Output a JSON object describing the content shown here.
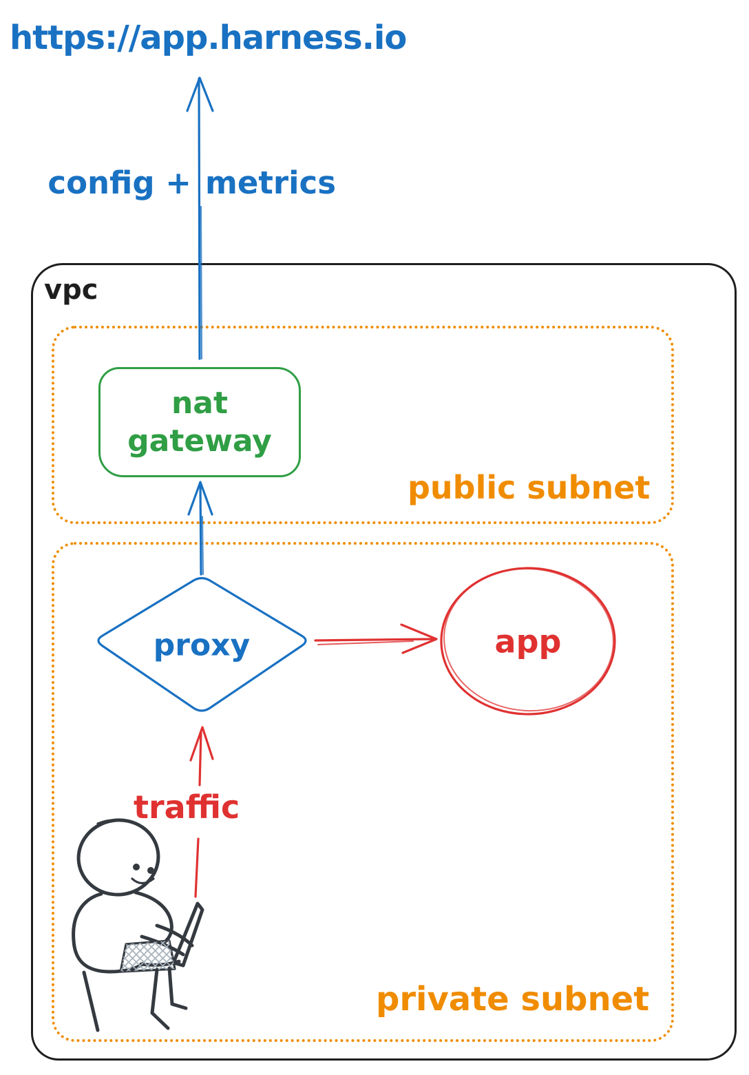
{
  "diagram": {
    "title_url": "https://app.harness.io",
    "arrow_label": {
      "left": "config +",
      "right": "metrics"
    },
    "vpc_label": "vpc",
    "public_subnet_label": "public subnet",
    "nat_gateway": {
      "line1": "nat",
      "line2": "gateway"
    },
    "private_subnet_label": "private subnet",
    "proxy_label": "proxy",
    "app_label": "app",
    "traffic_label": "traffic",
    "figures": {
      "person": "person-sitting-with-laptop"
    },
    "colors": {
      "blue": "#1971c2",
      "green": "#2f9e44",
      "orange": "#f08c00",
      "red": "#e03131",
      "ink": "#1e1e1e",
      "person": "#343a40",
      "hatch": "#aab3bd",
      "background": "#ffffff"
    }
  }
}
